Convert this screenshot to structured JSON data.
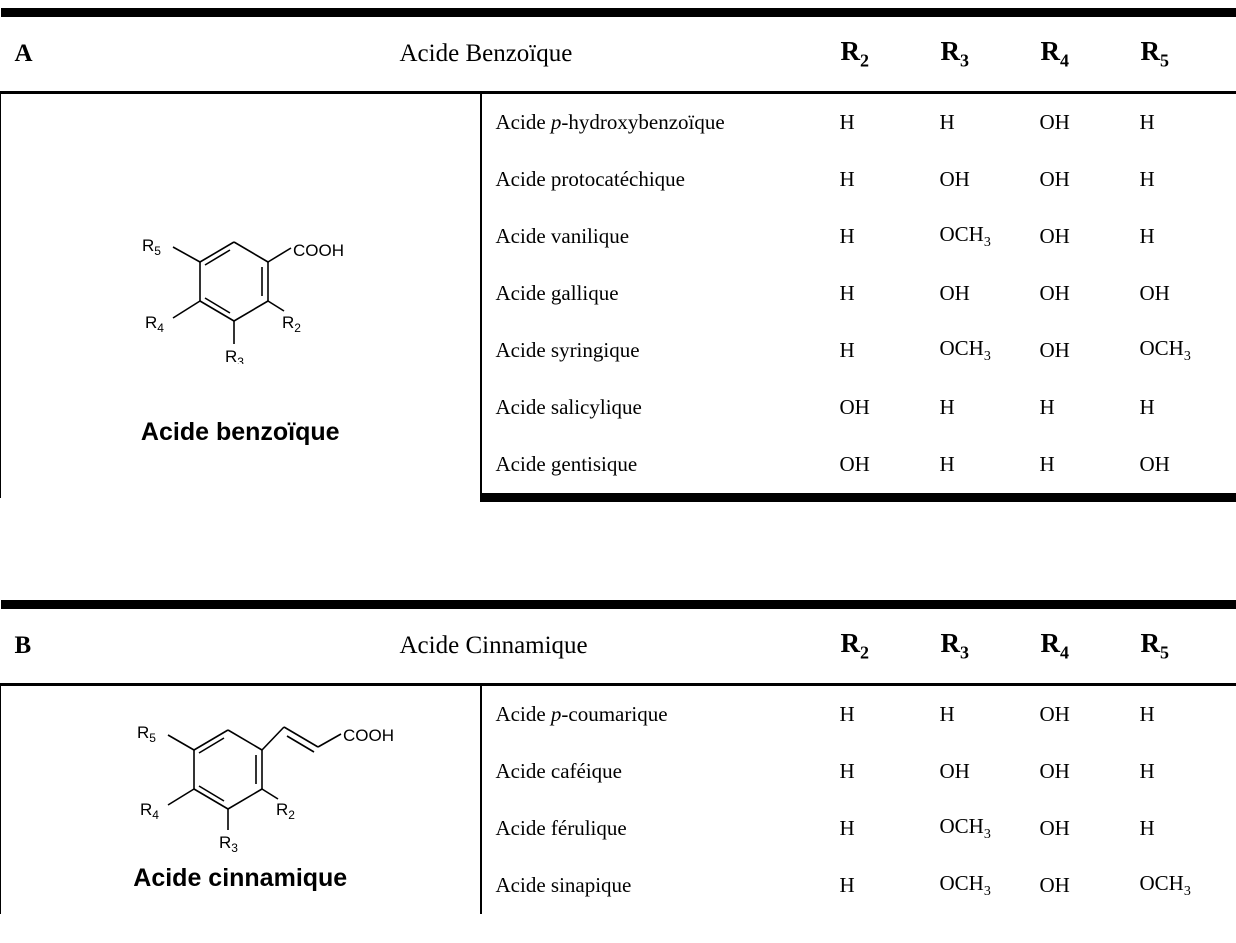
{
  "panel_a": {
    "letter": "A",
    "family": "Acide Benzoïque",
    "headers": [
      {
        "r": "R",
        "sub": "2"
      },
      {
        "r": "R",
        "sub": "3"
      },
      {
        "r": "R",
        "sub": "4"
      },
      {
        "r": "R",
        "sub": "5"
      }
    ],
    "structure": {
      "name": "Acide benzoïque",
      "cooh": "COOH",
      "r2": "R",
      "r2_sub": "2",
      "r3": "R",
      "r3_sub": "3",
      "r4": "R",
      "r4_sub": "4",
      "r5": "R",
      "r5_sub": "5"
    },
    "rows": [
      {
        "pre": "Acide ",
        "ital": "p",
        "post": "-hydroxybenzoïque",
        "r2": "H",
        "r3": "H",
        "r4": "OH",
        "r5": "H"
      },
      {
        "pre": "Acide protocatéchique",
        "ital": "",
        "post": "",
        "r2": "H",
        "r3": "OH",
        "r4": "OH",
        "r5": "H"
      },
      {
        "pre": "Acide vanilique",
        "ital": "",
        "post": "",
        "r2": "H",
        "r3": "OCH",
        "r3_sub": "3",
        "r4": "OH",
        "r5": "H"
      },
      {
        "pre": "Acide gallique",
        "ital": "",
        "post": "",
        "r2": "H",
        "r3": "OH",
        "r4": "OH",
        "r5": "OH"
      },
      {
        "pre": "Acide syringique",
        "ital": "",
        "post": "",
        "r2": "H",
        "r3": "OCH",
        "r3_sub": "3",
        "r4": "OH",
        "r5": "OCH",
        "r5_sub": "3"
      },
      {
        "pre": "Acide salicylique",
        "ital": "",
        "post": "",
        "r2": "OH",
        "r3": "H",
        "r4": "H",
        "r5": "H"
      },
      {
        "pre": "Acide gentisique",
        "ital": "",
        "post": "",
        "r2": "OH",
        "r3": "H",
        "r4": "H",
        "r5": "OH"
      }
    ]
  },
  "panel_b": {
    "letter": "B",
    "family": "Acide Cinnamique",
    "headers": [
      {
        "r": "R",
        "sub": "2"
      },
      {
        "r": "R",
        "sub": "3"
      },
      {
        "r": "R",
        "sub": "4"
      },
      {
        "r": "R",
        "sub": "5"
      }
    ],
    "structure": {
      "name": "Acide cinnamique",
      "cooh": "COOH",
      "r2": "R",
      "r2_sub": "2",
      "r3": "R",
      "r3_sub": "3",
      "r4": "R",
      "r4_sub": "4",
      "r5": "R",
      "r5_sub": "5"
    },
    "rows": [
      {
        "pre": "Acide ",
        "ital": "p",
        "post": "-coumarique",
        "r2": "H",
        "r3": "H",
        "r4": "OH",
        "r5": "H"
      },
      {
        "pre": "Acide caféique",
        "ital": "",
        "post": "",
        "r2": "H",
        "r3": "OH",
        "r4": "OH",
        "r5": "H"
      },
      {
        "pre": "Acide férulique",
        "ital": "",
        "post": "",
        "r2": "H",
        "r3": "OCH",
        "r3_sub": "3",
        "r4": "OH",
        "r5": "H"
      },
      {
        "pre": "Acide sinapique",
        "ital": "",
        "post": "",
        "r2": "H",
        "r3": "OCH",
        "r3_sub": "3",
        "r4": "OH",
        "r5": "OCH",
        "r5_sub": "3"
      }
    ]
  }
}
